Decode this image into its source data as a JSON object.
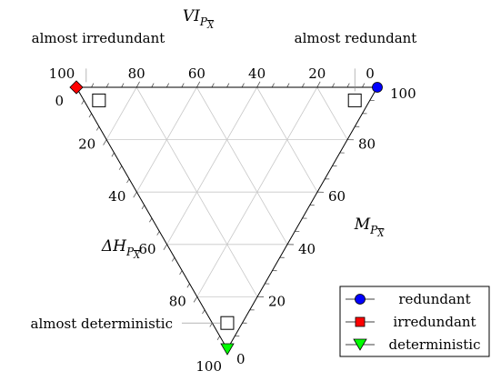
{
  "chart_data": {
    "type": "scatter",
    "subtype": "ternary",
    "axes": {
      "top": {
        "label_main": "VI",
        "label_sub": "P",
        "ticks": [
          "100",
          "80",
          "60",
          "40",
          "20",
          "0"
        ],
        "tick_values": [
          100,
          80,
          60,
          40,
          20,
          0
        ],
        "range": [
          0,
          100
        ]
      },
      "left": {
        "label_main": "ΔH",
        "label_sub": "P",
        "ticks": [
          "0",
          "20",
          "40",
          "60",
          "80",
          "100"
        ],
        "tick_values": [
          0,
          20,
          40,
          60,
          80,
          100
        ],
        "range": [
          0,
          100
        ]
      },
      "right": {
        "label_main": "M",
        "label_sub": "P",
        "ticks": [
          "100",
          "80",
          "60",
          "40",
          "20",
          "0"
        ],
        "tick_values": [
          100,
          80,
          60,
          40,
          20,
          0
        ],
        "range": [
          0,
          100
        ]
      }
    },
    "subscript_overline_var": "X",
    "grid": true,
    "grid_step": 20,
    "series": [
      {
        "name": "redundant",
        "marker": "circle",
        "color": "#0000ff",
        "VI": 0,
        "DeltaH": 0,
        "M": 100
      },
      {
        "name": "irredundant",
        "marker": "square",
        "color": "#ff0000",
        "VI": 100,
        "DeltaH": 0,
        "M": 0
      },
      {
        "name": "deterministic",
        "marker": "triangle",
        "color": "#00ff00",
        "VI": 0,
        "DeltaH": 100,
        "M": 0
      }
    ],
    "annotations": [
      {
        "text": "almost irredundant",
        "VI": 90,
        "DeltaH": 5,
        "M": 5
      },
      {
        "text": "almost redundant",
        "VI": 5,
        "DeltaH": 5,
        "M": 90
      },
      {
        "text": "almost deterministic",
        "VI": 5,
        "DeltaH": 90,
        "M": 5
      }
    ],
    "legend": {
      "position": "bottom-right",
      "entries": [
        "redundant",
        "irredundant",
        "deterministic"
      ]
    }
  }
}
